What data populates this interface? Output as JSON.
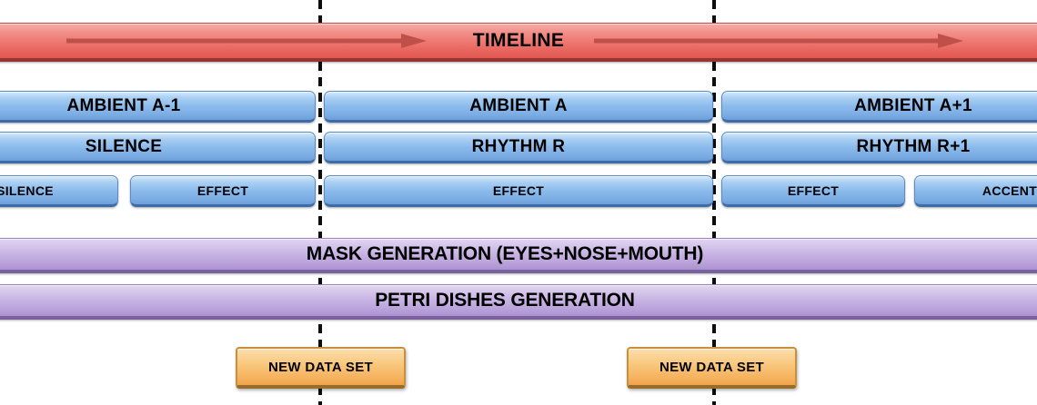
{
  "timeline_bar": {
    "label": "TIMELINE"
  },
  "track_rows": [
    {
      "name": "ambient-track",
      "segments": [
        {
          "label": "AMBIENT A-1"
        },
        {
          "label": "AMBIENT A"
        },
        {
          "label": "AMBIENT A+1"
        }
      ]
    },
    {
      "name": "rhythm-track",
      "segments": [
        {
          "label": "SILENCE"
        },
        {
          "label": "RHYTHM R"
        },
        {
          "label": "RHYTHM R+1"
        }
      ]
    },
    {
      "name": "effect-track",
      "segments": [
        {
          "label": "SILENCE"
        },
        {
          "label": "EFFECT"
        },
        {
          "label": "EFFECT"
        },
        {
          "label": "EFFECT"
        },
        {
          "label": "ACCENT"
        }
      ]
    }
  ],
  "generation_bars": [
    {
      "label": "MASK GENERATION (EYES+NOSE+MOUTH)"
    },
    {
      "label": "PETRI DISHES GENERATION"
    }
  ],
  "data_set_markers": [
    {
      "label": "NEW DATA SET"
    },
    {
      "label": "NEW DATA SET"
    }
  ],
  "colors": {
    "timeline_red": "#ea6c65",
    "timeline_arrow": "#bf4f49",
    "track_blue": "#8bbbec",
    "track_blue_edge": "#3e6ca6",
    "generation_purple": "#b9a2da",
    "marker_orange": "#f9c87e",
    "dashed_line": "#0d0d0d",
    "text": "#000000",
    "background": "#ffffff"
  }
}
